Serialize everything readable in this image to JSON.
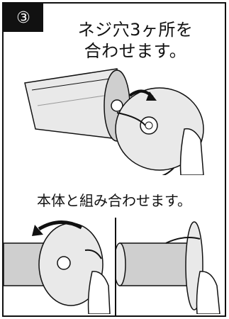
{
  "step": {
    "number": "③"
  },
  "instruction": {
    "line1": "ネジ穴3ヶ所を",
    "line2": "合わせます。"
  },
  "caption": "本体と組み合わせます。",
  "colors": {
    "ink": "#111111",
    "fill_light": "#e9e9e9",
    "fill_mid": "#cfcfcf",
    "fill_dark": "#9a9a9a"
  },
  "icons": [
    "curved-arrow-icon",
    "hand-icon",
    "screw-hole-icon"
  ]
}
